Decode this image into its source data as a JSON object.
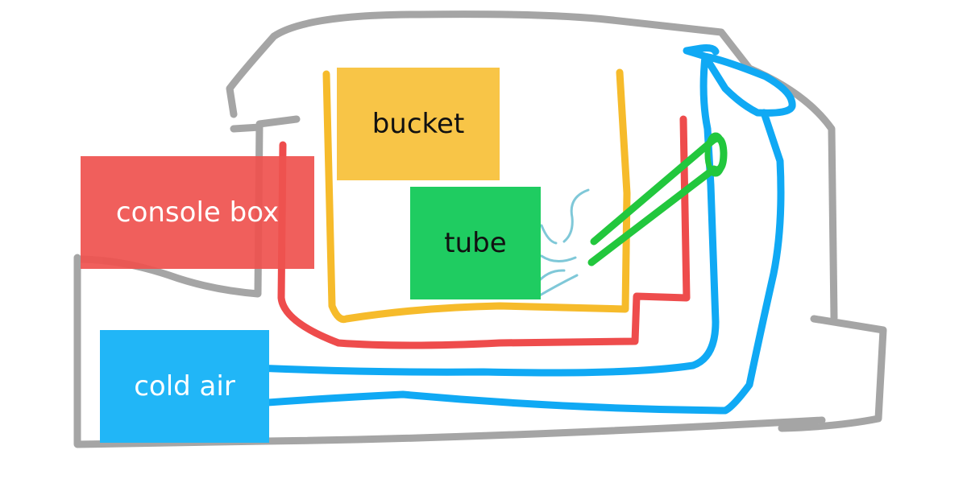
{
  "labels": {
    "console_box": "console box",
    "bucket": "bucket",
    "tube": "tube",
    "cold_air": "cold air"
  },
  "colors": {
    "outline": "#a5a5a5",
    "console_box": "#ef5350",
    "bucket": "#f8c547",
    "tube": "#1fcc61",
    "cold_air": "#21b6f7",
    "red_path": "#ee4c4c",
    "yellow_path": "#f6bb2b",
    "blue_path": "#10a9f4",
    "green_path": "#22c73d",
    "vapor": "#7fc8d8"
  }
}
